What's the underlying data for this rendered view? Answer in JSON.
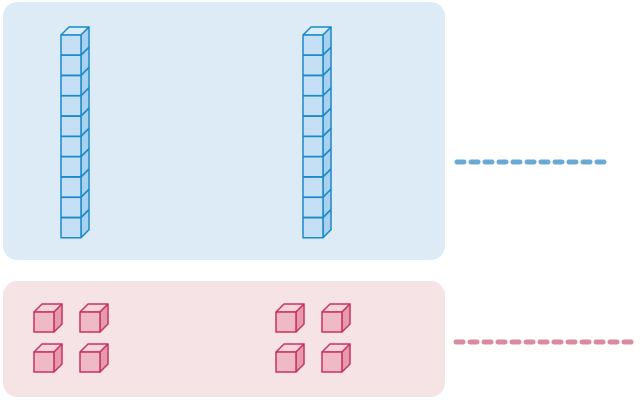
{
  "colors": {
    "tens_panel_fill": "#ddebf7",
    "ones_panel_fill": "#f6e3e6",
    "rod_face": "#c5e0f5",
    "rod_top": "#d9ecf9",
    "rod_side": "#a9d1ee",
    "rod_stroke": "#1a8ac9",
    "unit_face": "#f0b9c6",
    "unit_top": "#f7d4dc",
    "unit_side": "#e59bad",
    "unit_stroke": "#c8325e",
    "tens_dash": "#6aa8d6",
    "ones_dash": "#d98a9e"
  },
  "tens_group": {
    "rod_count": 2,
    "cubes_per_rod": 10
  },
  "ones_group": {
    "cluster_count": 2,
    "cubes_per_cluster": 4
  }
}
